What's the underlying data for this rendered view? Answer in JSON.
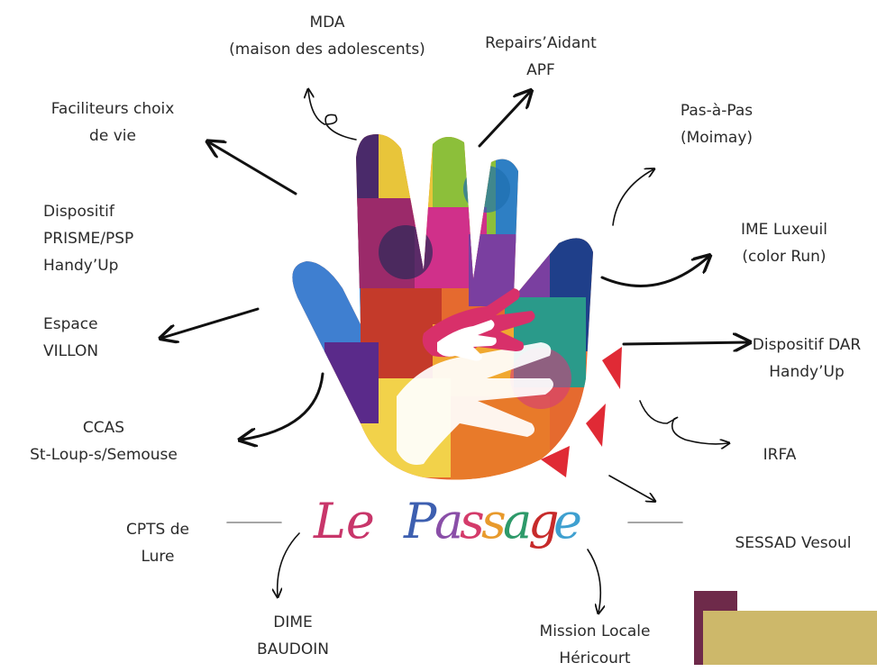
{
  "title": {
    "word1": "Le",
    "word2": "Passage",
    "letters": [
      {
        "ch": "P",
        "color": "#3d5fb0"
      },
      {
        "ch": "a",
        "color": "#8a4fa8"
      },
      {
        "ch": "s",
        "color": "#d43b6a"
      },
      {
        "ch": "s",
        "color": "#e89a2c"
      },
      {
        "ch": "a",
        "color": "#2e9a6a"
      },
      {
        "ch": "g",
        "color": "#c72b2b"
      },
      {
        "ch": "e",
        "color": "#3fa0d0"
      }
    ],
    "le_color": "#c8366a"
  },
  "labels": {
    "mda": "MDA\n(maison des adolescents)",
    "repairs": "Repairs’Aidant\nAPF",
    "pas_a_pas": "Pas-à-Pas\n(Moimay)",
    "facilitateurs": "Faciliteurs choix\nde vie",
    "prisme": "Dispositif\nPRISME/PSP\nHandy’Up",
    "ime": "IME Luxeuil\n(color Run)",
    "espace": "Espace\nVILLON",
    "dar": "Dispositif DAR\nHandy’Up",
    "ccas": "CCAS\nSt-Loup-s/Semouse",
    "irfa": "IRFA",
    "cpts": "CPTS de\nLure",
    "sessad": "SESSAD Vesoul",
    "dime": "DIME\nBAUDOIN",
    "mission": "Mission Locale\nHéricourt"
  },
  "colors": {
    "text": "#2b2b2b",
    "arrow": "#111111",
    "accent_red": "#e02a35",
    "deco_purple": "#6e2a4a",
    "deco_gold": "#cdb86a"
  }
}
